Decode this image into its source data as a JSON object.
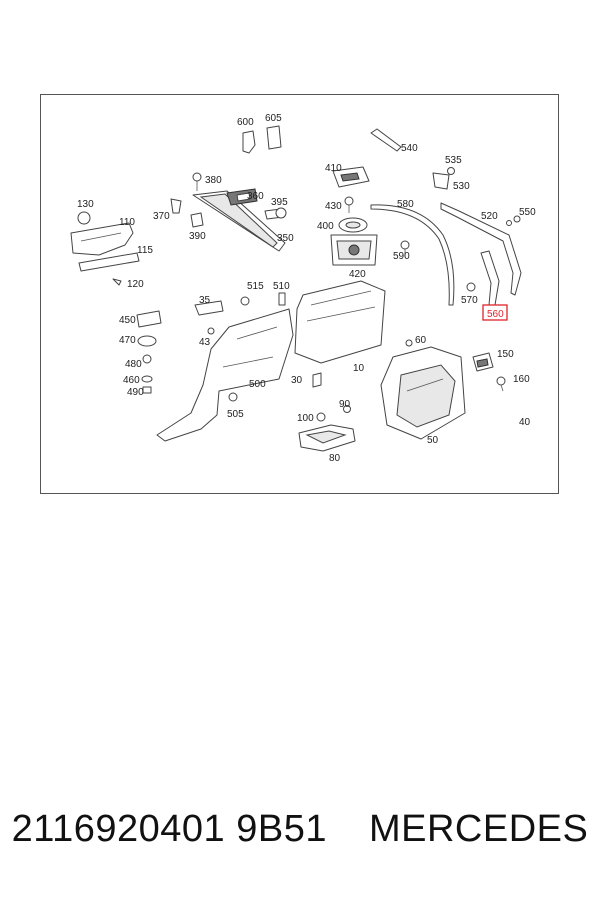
{
  "diagram": {
    "labels": [
      "600",
      "605",
      "540",
      "535",
      "530",
      "410",
      "380",
      "360",
      "395",
      "370",
      "130",
      "110",
      "115",
      "120",
      "390",
      "350",
      "430",
      "400",
      "580",
      "420",
      "590",
      "520",
      "550",
      "515",
      "510",
      "35",
      "450",
      "43",
      "470",
      "480",
      "460",
      "490",
      "500",
      "505",
      "30",
      "10",
      "570",
      "560",
      "60",
      "150",
      "160",
      "90",
      "100",
      "80",
      "50",
      "40"
    ],
    "highlighted_label": "560",
    "highlight_color": "#e0242a"
  },
  "caption": {
    "part_number": "2116920401 9B51",
    "brand": "MERCEDES"
  }
}
